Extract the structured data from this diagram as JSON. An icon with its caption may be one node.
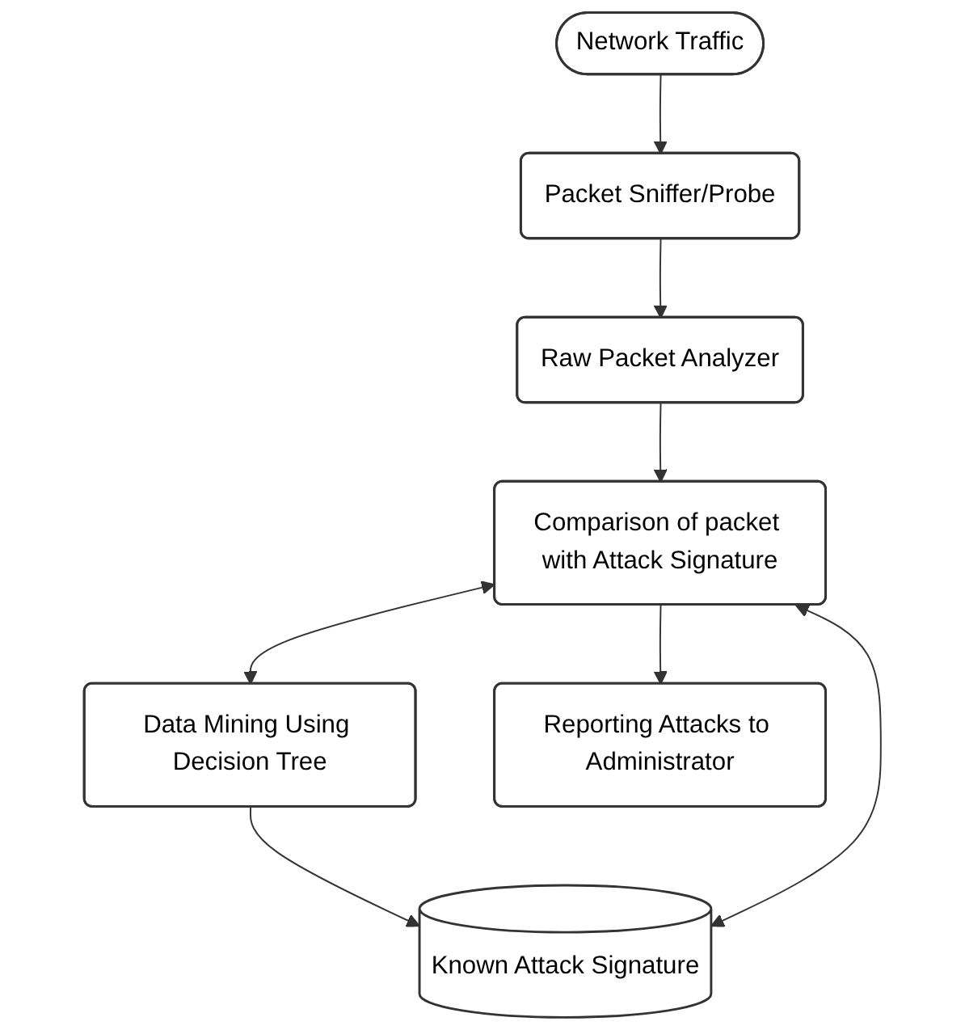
{
  "diagram": {
    "nodes": [
      {
        "text": [
          "Network Traffic"
        ]
      },
      {
        "text": [
          "Packet Sniffer/Probe"
        ]
      },
      {
        "text": [
          "Data Mining Using Decision Tree"
        ]
      },
      {
        "text": [
          "Raw Packet Analyzer"
        ]
      },
      {
        "text": [
          "Comparison of packet with Attack Signature"
        ]
      },
      {
        "text": [
          "Known Attack Signature"
        ]
      },
      {
        "text": [
          "Reporting Attacks to Administrator"
        ]
      }
    ],
    "edges": [
      {
        "from": 0,
        "to": 1,
        "arrow": "to"
      },
      {
        "from": 1,
        "to": 3,
        "arrow": "to"
      },
      {
        "from": 3,
        "to": 4,
        "arrow": "to"
      },
      {
        "from": 4,
        "to": 6,
        "arrow": "to"
      },
      {
        "from": 4,
        "to": 2,
        "arrow": "both"
      },
      {
        "from": 2,
        "to": 5,
        "arrow": "to"
      },
      {
        "from": 4,
        "to": 5,
        "arrow": "both"
      }
    ]
  }
}
